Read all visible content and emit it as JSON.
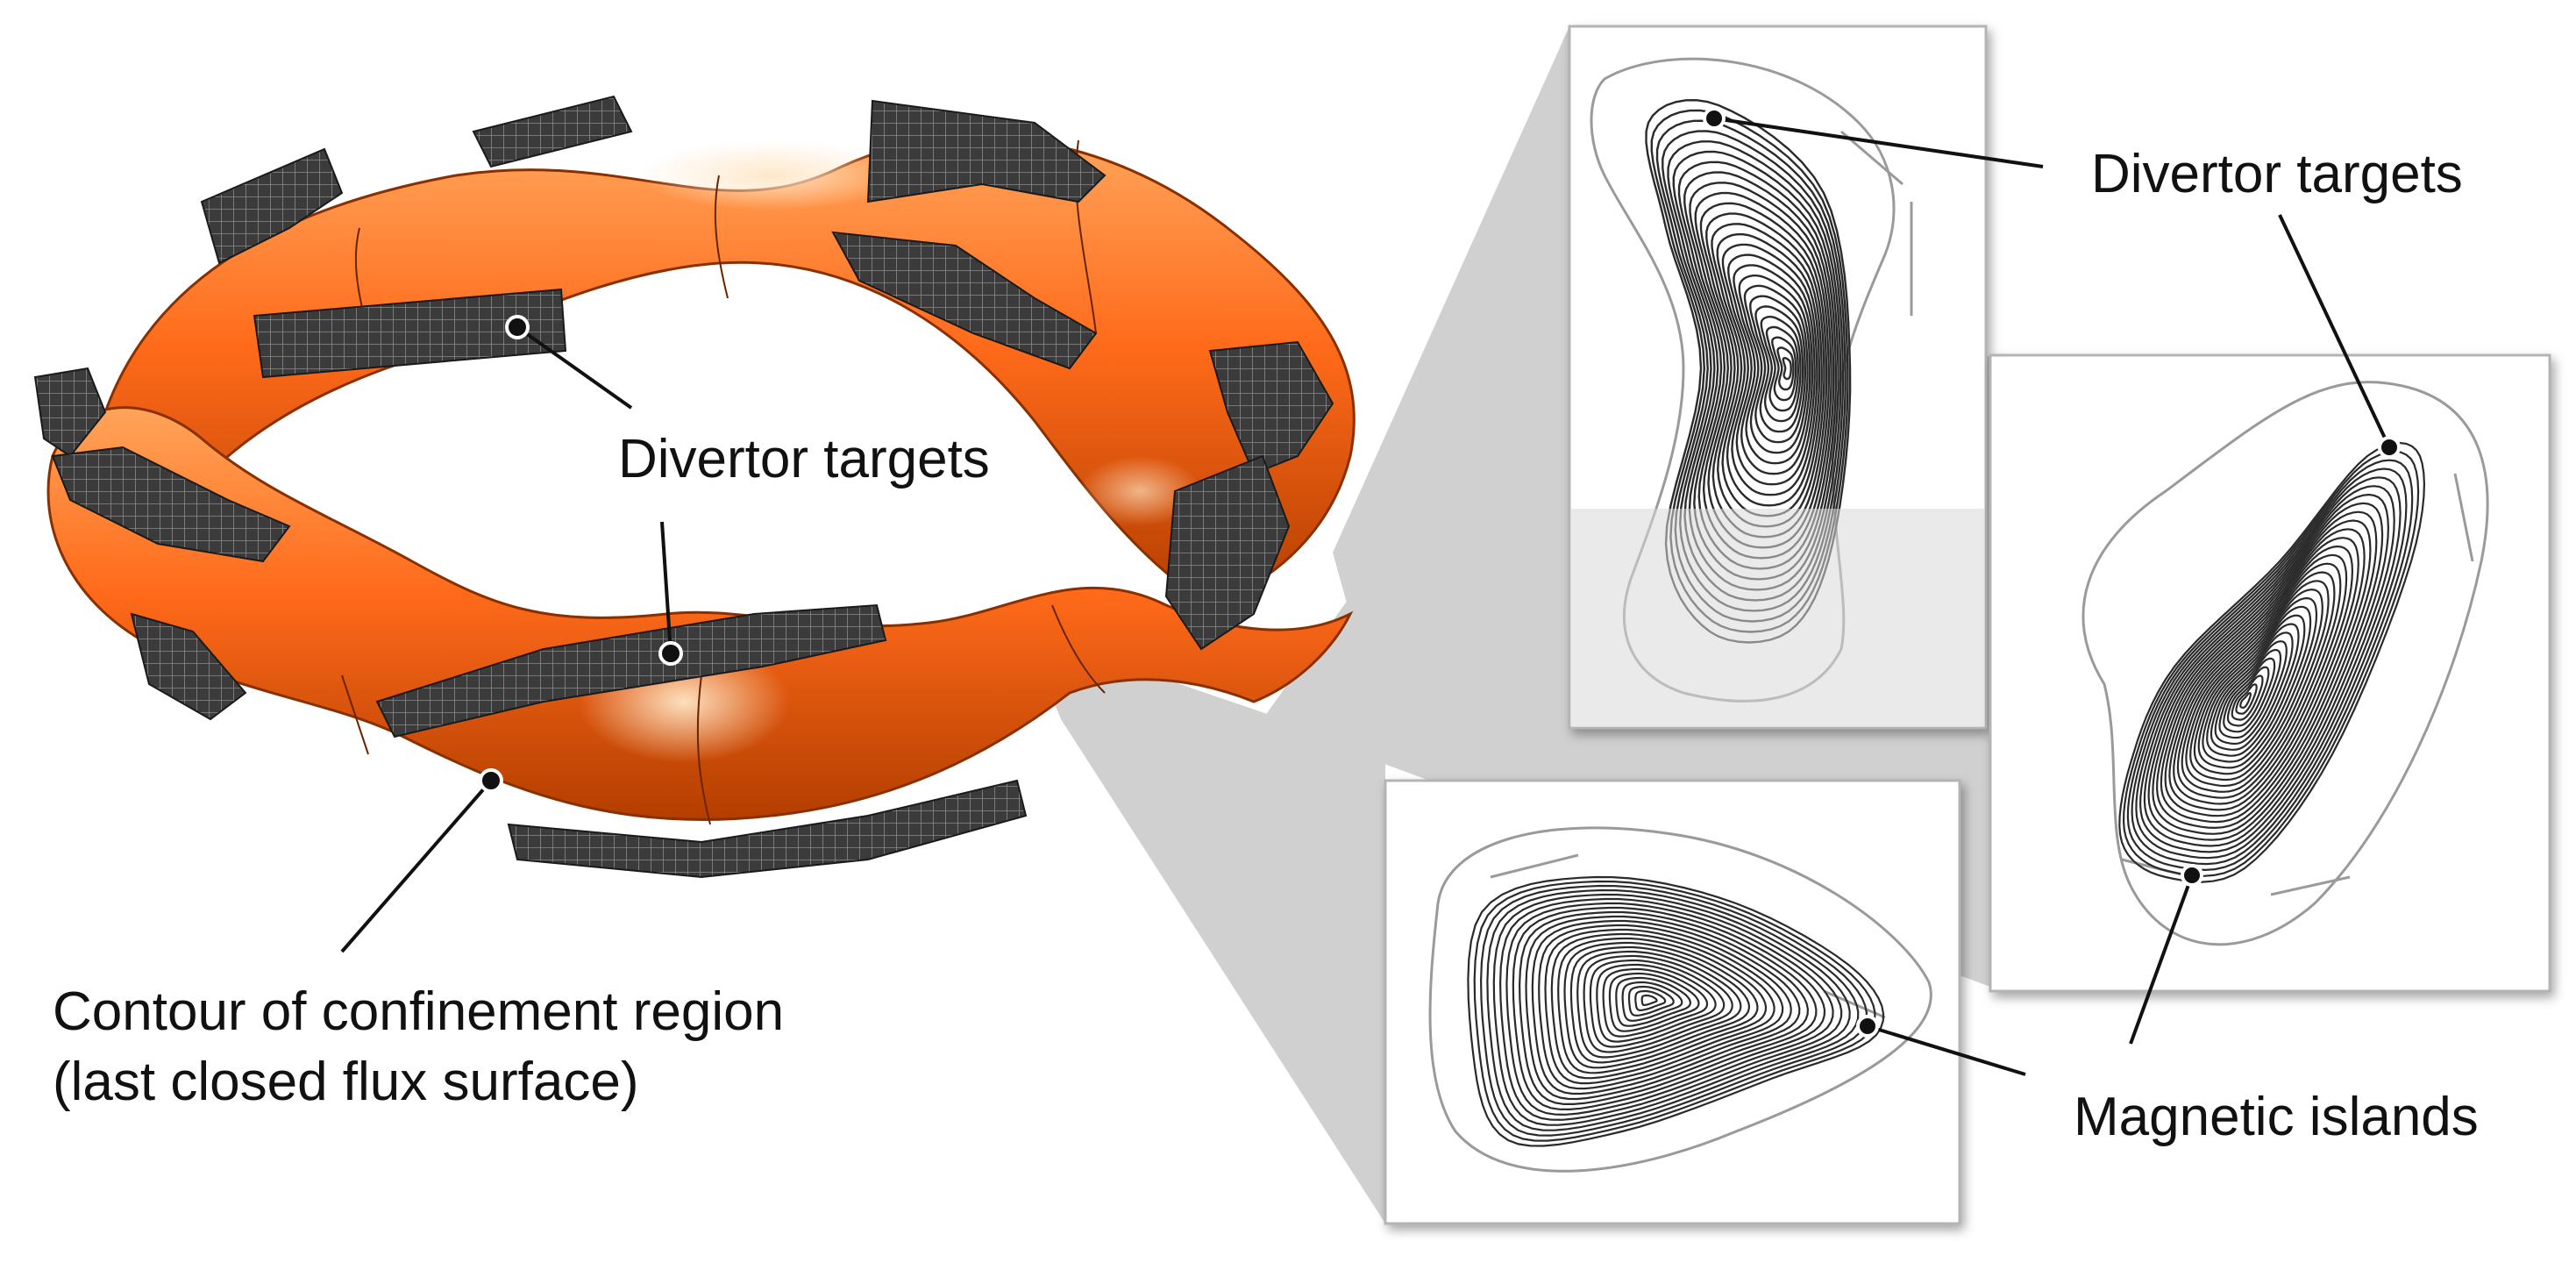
{
  "colors": {
    "plasma": "#ff6a1a",
    "plasma_dark": "#b33e00",
    "plasma_light": "#ffb070",
    "target": "#3b3b3b",
    "target_grid": "#8a8a8a",
    "zoom_wedge": "#c8c8c8",
    "flux_lines": "#2a2a2a",
    "wall_lines": "#9a9a9a",
    "panel_border": "#b4b4b4"
  },
  "labels": {
    "divertor_targets_center": "Divertor targets",
    "divertor_targets_right": "Divertor targets",
    "magnetic_islands": "Magnetic islands",
    "lcfs_line1": "Contour of confinement region",
    "lcfs_line2": "(last closed flux surface)"
  },
  "panels": [
    {
      "id": "bean",
      "name": "cross-section-bean-panel"
    },
    {
      "id": "tilted",
      "name": "cross-section-tilted-panel"
    },
    {
      "id": "triangle",
      "name": "cross-section-triangle-panel"
    }
  ]
}
